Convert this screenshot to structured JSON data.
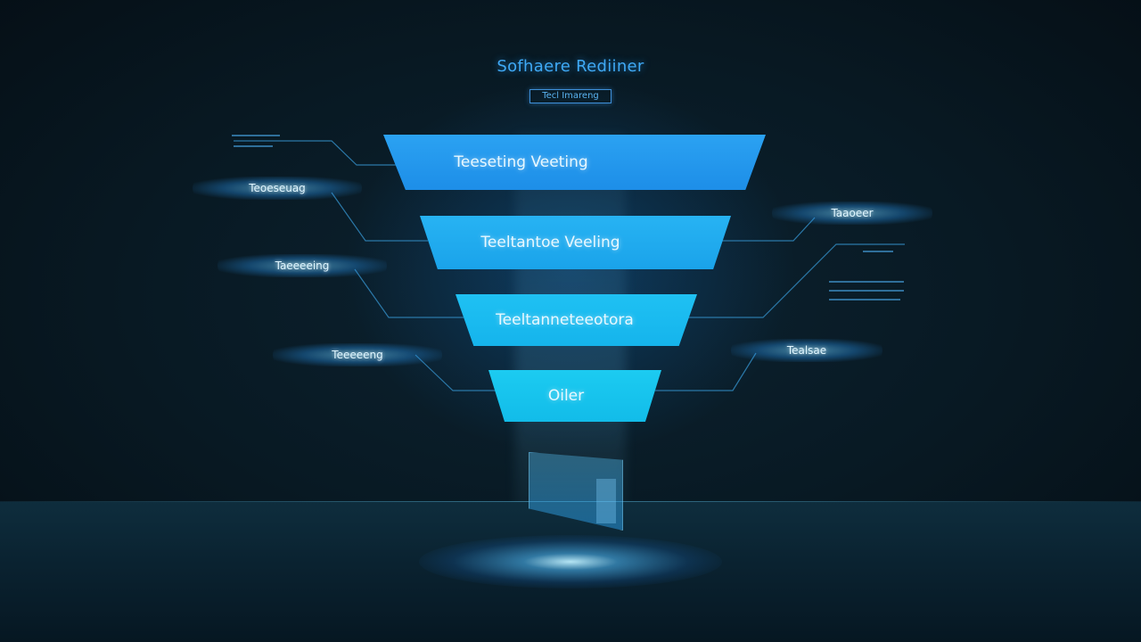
{
  "title": "Sofhaere Rediiner",
  "subtitle": "Tecl Imareng",
  "funnel": [
    {
      "label": "Teeseting Veeting"
    },
    {
      "label": "Teeltantoe Veeling"
    },
    {
      "label": "Teeltanneteeotora"
    },
    {
      "label": "Oiler"
    }
  ],
  "nodes": {
    "left": [
      "Teoeseuag",
      "Taeeeeing",
      "Teeeeeng"
    ],
    "right": [
      "Taaoeer",
      "Tealsae"
    ]
  },
  "colors": {
    "background": "#07141d",
    "accent": "#3fa9f5",
    "band_top": "#2ba2f2",
    "band_bottom": "#12bce9"
  }
}
